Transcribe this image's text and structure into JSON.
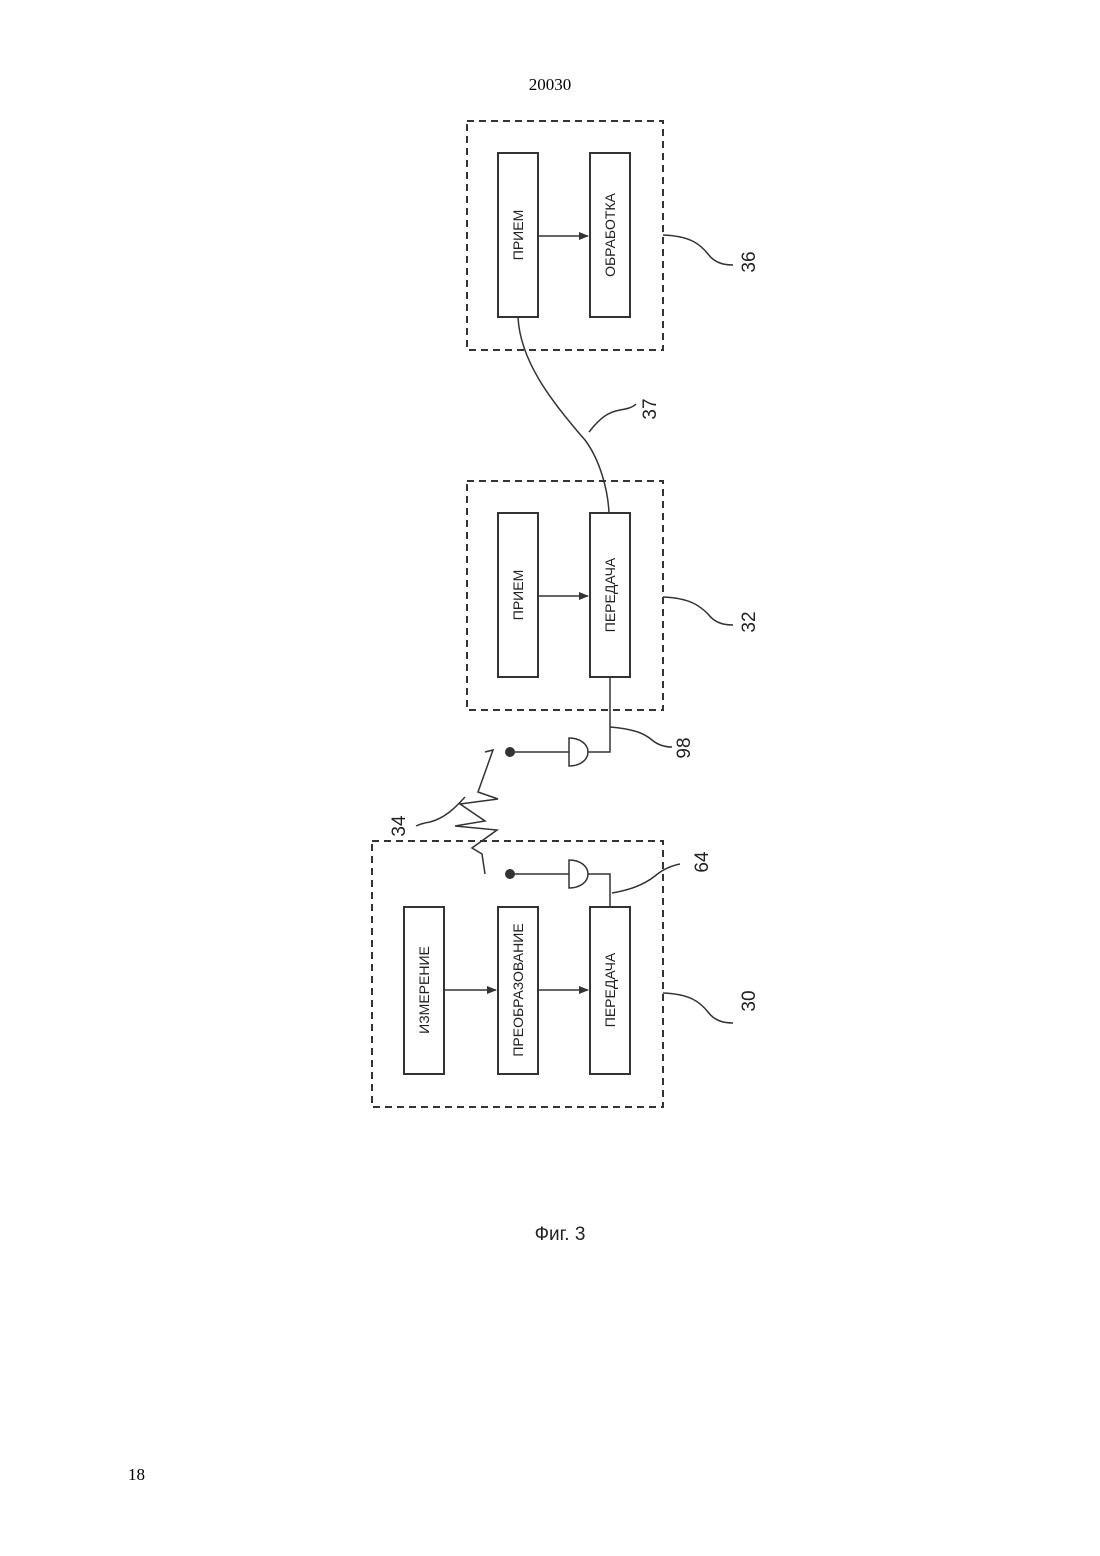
{
  "header": {
    "document_number": "20030"
  },
  "footer": {
    "page_number": "18"
  },
  "figure": {
    "caption": "Фиг. 3",
    "units": {
      "unit30": {
        "ref": "30",
        "blocks": {
          "measure": "ИЗМЕРЕНИЕ",
          "convert": "ПРЕОБРАЗОВАНИЕ",
          "transmit": "ПЕРЕДАЧА"
        }
      },
      "unit32": {
        "ref": "32",
        "blocks": {
          "receive": "ПРИЕМ",
          "transmit": "ПЕРЕДАЧА"
        }
      },
      "unit36": {
        "ref": "36",
        "blocks": {
          "receive": "ПРИЕМ",
          "process": "ОБРАБОТКА"
        }
      }
    },
    "refs": {
      "antenna_tx": "64",
      "antenna_rx": "98",
      "wireless_link": "34",
      "wired_link": "37"
    }
  }
}
